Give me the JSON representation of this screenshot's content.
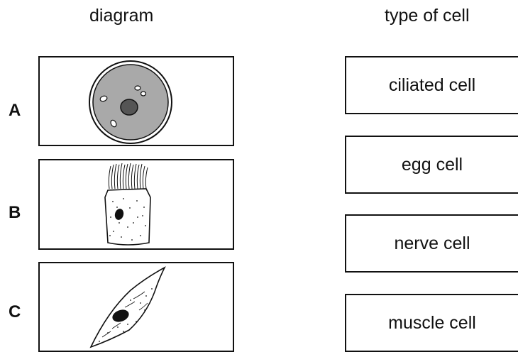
{
  "headings": {
    "diagram": "diagram",
    "type_of_cell": "type of cell"
  },
  "rows": [
    {
      "letter": "A",
      "icon": "egg-cell-illustration"
    },
    {
      "letter": "B",
      "icon": "ciliated-cell-illustration"
    },
    {
      "letter": "C",
      "icon": "muscle-cell-illustration"
    }
  ],
  "cell_types": [
    "ciliated cell",
    "egg cell",
    "nerve cell",
    "muscle cell"
  ],
  "colors": {
    "line": "#111111",
    "cytoplasm": "#a9a9a9",
    "nucleus": "#555555",
    "background": "#ffffff"
  }
}
